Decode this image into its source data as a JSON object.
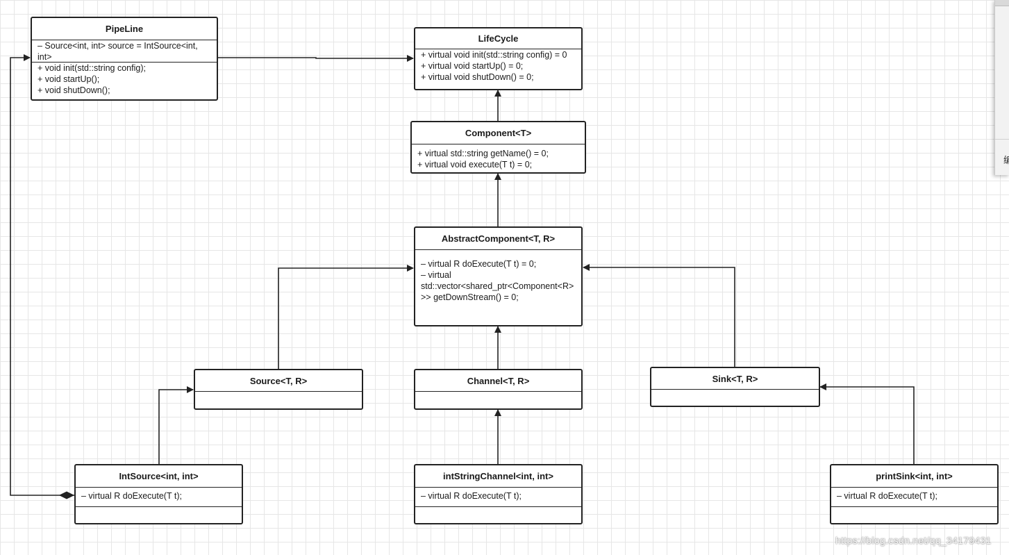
{
  "classes": {
    "pipeline": {
      "name": "PipeLine",
      "attributes": [
        "– Source<int, int> source = IntSource<int, int>"
      ],
      "methods": [
        "+ void init(std::string config);",
        "+ void startUp();",
        "+ void shutDown();"
      ]
    },
    "lifecycle": {
      "name": "LifeCycle",
      "methods": [
        "+ virtual void init(std::string config) = 0",
        "+ virtual void startUp() = 0;",
        "+ virtual void shutDown() = 0;"
      ]
    },
    "component": {
      "name": "Component<T>",
      "methods": [
        "+ virtual std::string getName() = 0;",
        "+ virtual void execute(T t) = 0;"
      ]
    },
    "abstract_component": {
      "name": "AbstractComponent<T, R>",
      "methods": [
        "– virtual R doExecute(T t) = 0;",
        "– virtual std::vector<shared_ptr<Component<R>>> getDownStream() = 0;"
      ]
    },
    "source": {
      "name": "Source<T, R>"
    },
    "channel": {
      "name": "Channel<T, R>"
    },
    "sink": {
      "name": "Sink<T, R>"
    },
    "int_source": {
      "name": "IntSource<int, int>",
      "methods": [
        "– virtual R doExecute(T t);"
      ]
    },
    "int_string_channel": {
      "name": "intStringChannel<int, int>",
      "methods": [
        "– virtual R doExecute(T t);"
      ]
    },
    "print_sink": {
      "name": "printSink<int, int>",
      "methods": [
        "– virtual R doExecute(T t);"
      ]
    }
  },
  "side_panel": {
    "glyph": "编"
  },
  "watermark": "https://blog.csdn.net/qq_34179431",
  "colors": {
    "line": "#222222",
    "grid": "#e6e6e6",
    "background": "#ffffff"
  }
}
